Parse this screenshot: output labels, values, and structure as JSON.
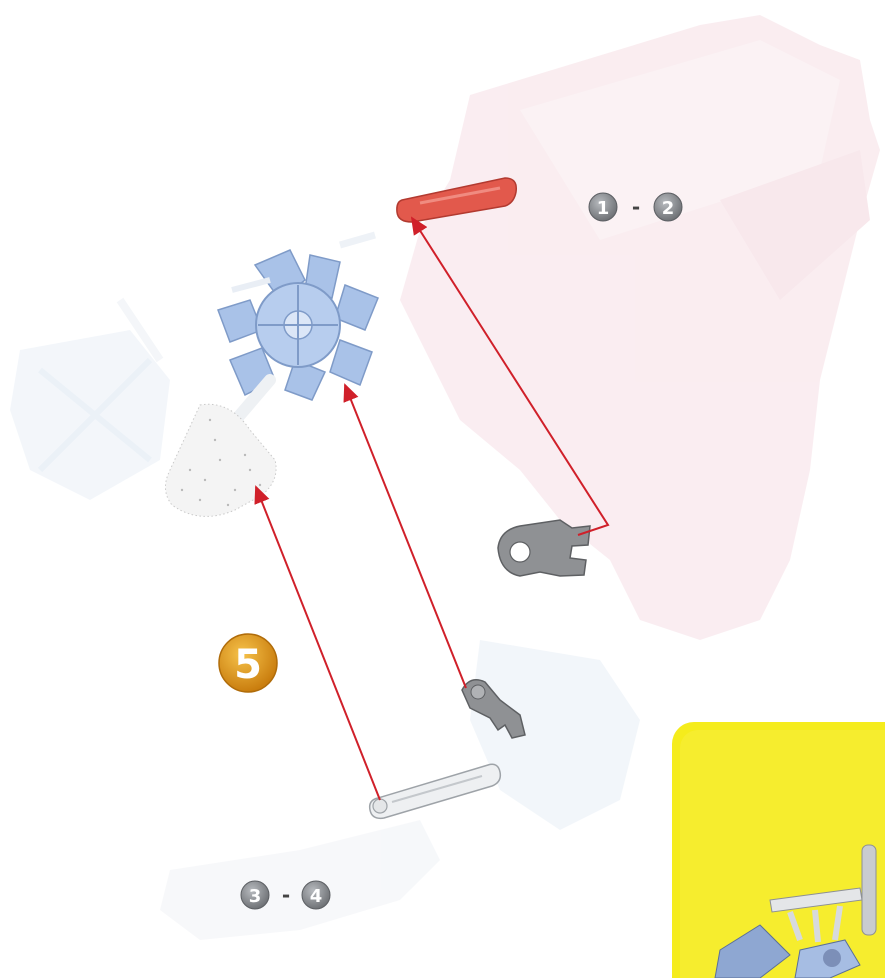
{
  "steps": {
    "current": "5",
    "range_top": {
      "from": "1",
      "separator": "-",
      "to": "2"
    },
    "range_bottom": {
      "from": "3",
      "separator": "-",
      "to": "4"
    }
  },
  "colors": {
    "arrow": "#d0202a",
    "step_badge": "#d98e14",
    "number_badge": "#8a8d92",
    "ghost_model": "#f7dde3",
    "wheel": "#a9c2e8",
    "red_rod": "#e2594c",
    "grey_part": "#8f9194",
    "inset_panel": "#f5ec1c"
  },
  "parts": [
    "red-rod-icon",
    "blue-connector-wheel-icon",
    "white-sponge-icon",
    "grey-clip-connector-icon",
    "grey-hinge-connector-icon",
    "white-rod-icon"
  ]
}
